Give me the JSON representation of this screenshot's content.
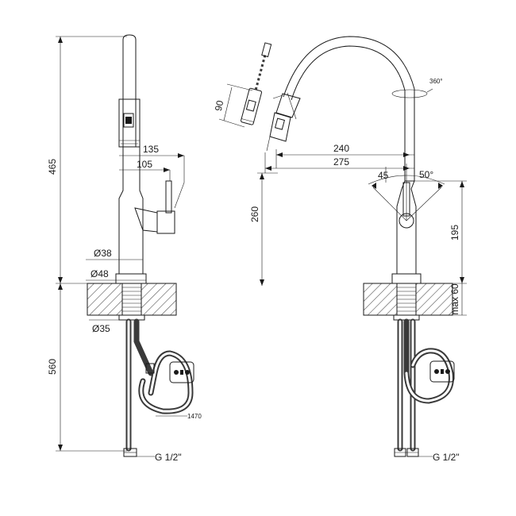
{
  "colors": {
    "line": "#1a1a1a",
    "hatch": "#555555",
    "hose": "#3a3a3a",
    "background": "#ffffff"
  },
  "left_view": {
    "dims": {
      "height_top": "465",
      "height_bottom": "560",
      "w135": "135",
      "w105": "105",
      "d38": "Ø38",
      "d48": "Ø48",
      "d35": "Ø35",
      "hose_len": "1470",
      "thread": "G 1/2\""
    }
  },
  "right_view": {
    "dims": {
      "rot360": "360°",
      "pull90": "90",
      "reach240": "240",
      "reach275": "275",
      "ang45": "45",
      "ang50": "50°",
      "h260": "260",
      "h195": "195",
      "max60": "max 60",
      "thread": "G 1/2\""
    }
  }
}
